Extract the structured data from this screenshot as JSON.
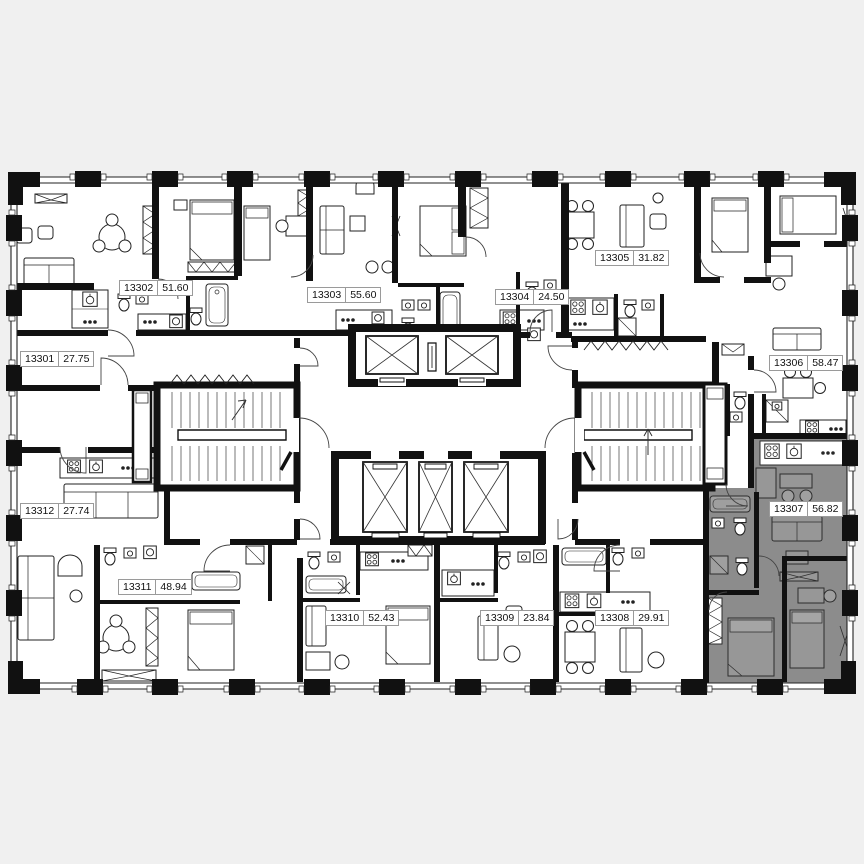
{
  "plan": {
    "background_color": "#f0f0f0",
    "floor_color": "#ffffff",
    "wall_color": "#111111",
    "highlight_color": "#8c8c8c",
    "highlighted_unit": "13307",
    "units": [
      {
        "number": "13301",
        "area": "27.75",
        "highlighted": false
      },
      {
        "number": "13302",
        "area": "51.60",
        "highlighted": false
      },
      {
        "number": "13303",
        "area": "55.60",
        "highlighted": false
      },
      {
        "number": "13304",
        "area": "24.50",
        "highlighted": false
      },
      {
        "number": "13305",
        "area": "31.82",
        "highlighted": false
      },
      {
        "number": "13306",
        "area": "58.47",
        "highlighted": false
      },
      {
        "number": "13307",
        "area": "56.82",
        "highlighted": true
      },
      {
        "number": "13308",
        "area": "29.91",
        "highlighted": false
      },
      {
        "number": "13309",
        "area": "23.84",
        "highlighted": false
      },
      {
        "number": "13310",
        "area": "52.43",
        "highlighted": false
      },
      {
        "number": "13311",
        "area": "48.94",
        "highlighted": false
      },
      {
        "number": "13312",
        "area": "27.74",
        "highlighted": false
      }
    ]
  }
}
